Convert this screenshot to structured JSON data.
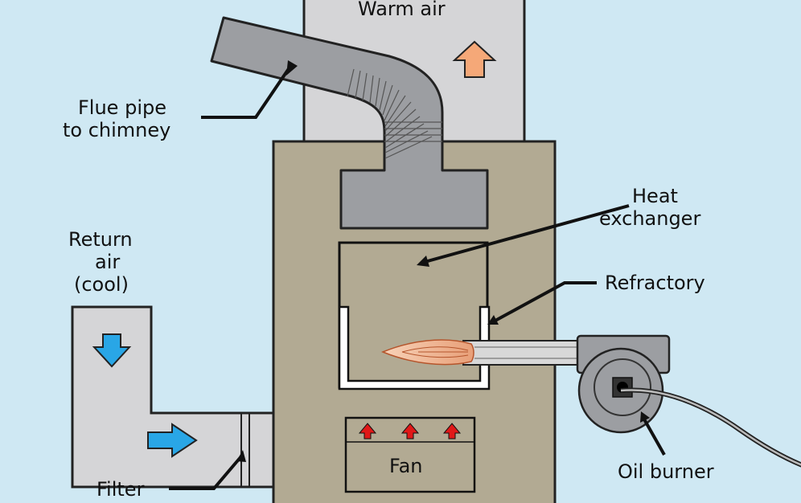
{
  "labels": {
    "warm_air": "Warm air",
    "flue_line1": "Flue pipe",
    "flue_line2": "to chimney",
    "heat_line1": "Heat",
    "heat_line2": "exchanger",
    "return_line1": "Return",
    "return_line2": "air",
    "return_line3": "(cool)",
    "refractory": "Refractory",
    "fan": "Fan",
    "filter": "Filter",
    "oil_burner": "Oil burner"
  },
  "colors": {
    "background": "#cfe8f3",
    "duct": "#d5d5d7",
    "cabinet": "#b2aa93",
    "pipe": "#9c9ea2",
    "warm_arrow": "#f5a878",
    "cool_arrow": "#29a6e6",
    "fan_arrow": "#e01818"
  }
}
